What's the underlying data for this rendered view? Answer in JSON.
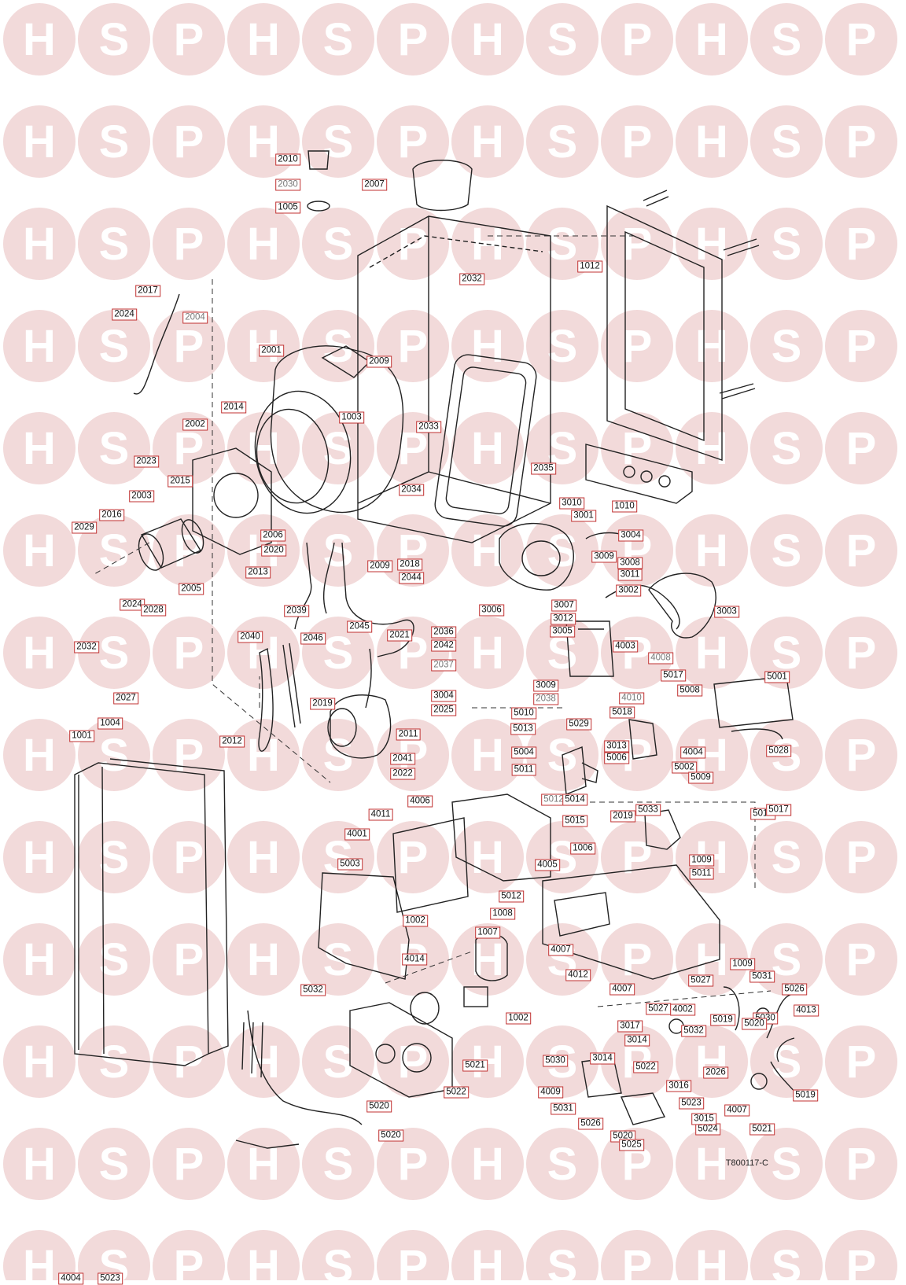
{
  "watermark": {
    "letters": [
      "H",
      "S",
      "P"
    ],
    "circle_color": "#f2dada",
    "letter_color": "#ffffff"
  },
  "reference": "T800117-C",
  "part_labels": [
    {
      "id": "2010"
    },
    {
      "id": "2030",
      "alt": true
    },
    {
      "id": "1005"
    },
    {
      "id": "2007"
    },
    {
      "id": "1012"
    },
    {
      "id": "2032"
    },
    {
      "id": "2017"
    },
    {
      "id": "2024"
    },
    {
      "id": "2004",
      "alt": true
    },
    {
      "id": "2001"
    },
    {
      "id": "2009"
    },
    {
      "id": "2002"
    },
    {
      "id": "2014"
    },
    {
      "id": "1003"
    },
    {
      "id": "2033"
    },
    {
      "id": "2035"
    },
    {
      "id": "2023"
    },
    {
      "id": "2015"
    },
    {
      "id": "2034"
    },
    {
      "id": "1010"
    },
    {
      "id": "2003"
    },
    {
      "id": "2016"
    },
    {
      "id": "2029"
    },
    {
      "id": "2006"
    },
    {
      "id": "2020"
    },
    {
      "id": "2009"
    },
    {
      "id": "2018"
    },
    {
      "id": "3010"
    },
    {
      "id": "3001"
    },
    {
      "id": "3004"
    },
    {
      "id": "2013"
    },
    {
      "id": "2044"
    },
    {
      "id": "3009"
    },
    {
      "id": "3008"
    },
    {
      "id": "3011"
    },
    {
      "id": "2005"
    },
    {
      "id": "3006"
    },
    {
      "id": "3002"
    },
    {
      "id": "2024"
    },
    {
      "id": "2028"
    },
    {
      "id": "2039"
    },
    {
      "id": "3007"
    },
    {
      "id": "3003"
    },
    {
      "id": "2045"
    },
    {
      "id": "3012"
    },
    {
      "id": "3005"
    },
    {
      "id": "2036"
    },
    {
      "id": "2040"
    },
    {
      "id": "2046"
    },
    {
      "id": "2021"
    },
    {
      "id": "2042"
    },
    {
      "id": "2032"
    },
    {
      "id": "4003"
    },
    {
      "id": "4008",
      "alt": true
    },
    {
      "id": "2037",
      "alt": true
    },
    {
      "id": "5017"
    },
    {
      "id": "5001"
    },
    {
      "id": "2027"
    },
    {
      "id": "3009"
    },
    {
      "id": "5008"
    },
    {
      "id": "2038",
      "alt": true
    },
    {
      "id": "3004"
    },
    {
      "id": "4010",
      "alt": true
    },
    {
      "id": "2019"
    },
    {
      "id": "2025"
    },
    {
      "id": "5010"
    },
    {
      "id": "5018"
    },
    {
      "id": "1004"
    },
    {
      "id": "5013"
    },
    {
      "id": "5029"
    },
    {
      "id": "2011"
    },
    {
      "id": "3013"
    },
    {
      "id": "1001"
    },
    {
      "id": "2012"
    },
    {
      "id": "4004"
    },
    {
      "id": "5028"
    },
    {
      "id": "5004"
    },
    {
      "id": "2041"
    },
    {
      "id": "5006"
    },
    {
      "id": "5002"
    },
    {
      "id": "2022"
    },
    {
      "id": "5011"
    },
    {
      "id": "5009"
    },
    {
      "id": "5012",
      "alt": true
    },
    {
      "id": "5014"
    },
    {
      "id": "4006"
    },
    {
      "id": "5033"
    },
    {
      "id": "5018"
    },
    {
      "id": "5017"
    },
    {
      "id": "5015"
    },
    {
      "id": "4011"
    },
    {
      "id": "2019"
    },
    {
      "id": "4001"
    },
    {
      "id": "1006"
    },
    {
      "id": "5003"
    },
    {
      "id": "4005"
    },
    {
      "id": "1009"
    },
    {
      "id": "5011"
    },
    {
      "id": "5012"
    },
    {
      "id": "1008"
    },
    {
      "id": "1002"
    },
    {
      "id": "4007"
    },
    {
      "id": "1007"
    },
    {
      "id": "4014"
    },
    {
      "id": "4012"
    },
    {
      "id": "1009"
    },
    {
      "id": "5026"
    },
    {
      "id": "5027"
    },
    {
      "id": "5031"
    },
    {
      "id": "5032"
    },
    {
      "id": "4007"
    },
    {
      "id": "4013"
    },
    {
      "id": "1002"
    },
    {
      "id": "5027"
    },
    {
      "id": "4002"
    },
    {
      "id": "5019"
    },
    {
      "id": "5030"
    },
    {
      "id": "3017"
    },
    {
      "id": "5032"
    },
    {
      "id": "5020"
    },
    {
      "id": "3014"
    },
    {
      "id": "5030"
    },
    {
      "id": "3014"
    },
    {
      "id": "5021"
    },
    {
      "id": "5022"
    },
    {
      "id": "2026"
    },
    {
      "id": "5022"
    },
    {
      "id": "3016"
    },
    {
      "id": "4009"
    },
    {
      "id": "5020"
    },
    {
      "id": "5023"
    },
    {
      "id": "4007"
    },
    {
      "id": "5021"
    },
    {
      "id": "5019"
    },
    {
      "id": "5031"
    },
    {
      "id": "5026"
    },
    {
      "id": "5024"
    },
    {
      "id": "3015"
    },
    {
      "id": "5020"
    },
    {
      "id": "5020"
    },
    {
      "id": "5025"
    },
    {
      "id": "4004"
    },
    {
      "id": "5023"
    }
  ]
}
